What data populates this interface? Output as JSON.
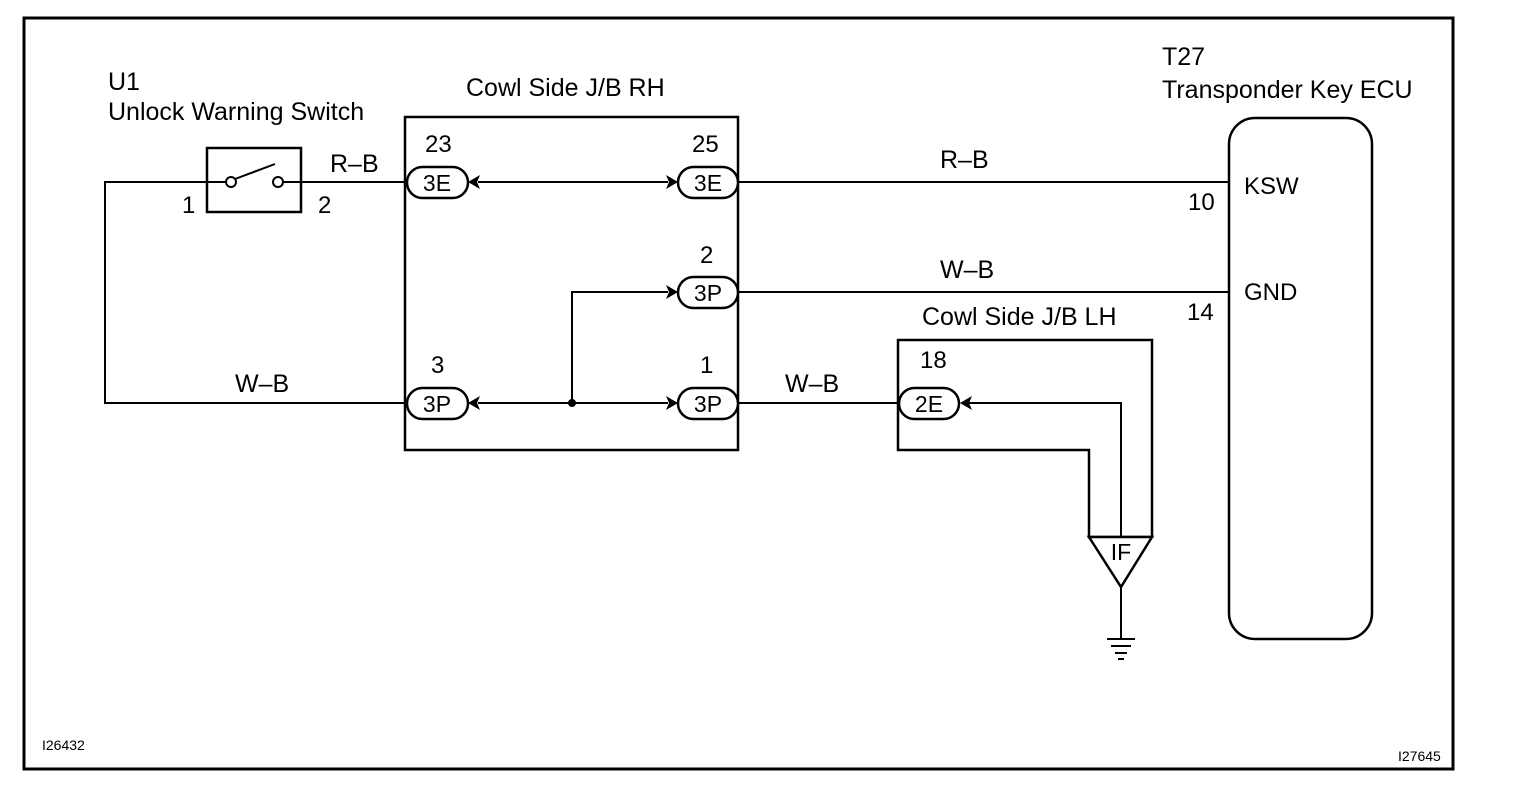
{
  "components": {
    "u1": {
      "code": "U1",
      "name": "Unlock Warning Switch",
      "pin_left": "1",
      "pin_right": "2"
    },
    "jb_rh": {
      "name": "Cowl Side J/B RH",
      "pins": {
        "top_left": "23",
        "top_right": "25",
        "mid_right": "2",
        "bottom_left": "3",
        "bottom_right": "1"
      },
      "connectors": {
        "top_left": "3E",
        "top_right": "3E",
        "mid_right": "3P",
        "bottom_left": "3P",
        "bottom_right": "3P"
      }
    },
    "jb_lh": {
      "name": "Cowl Side J/B LH",
      "pin": "18",
      "connector": "2E",
      "ground_point": "IF"
    },
    "t27": {
      "code": "T27",
      "name": "Transponder Key ECU",
      "pin_ksw": "10",
      "pin_gnd": "14",
      "term_ksw": "KSW",
      "term_gnd": "GND"
    }
  },
  "wires": {
    "u1_to_jb": "R–B",
    "jb_to_ecu_ksw": "R–B",
    "jb_to_ecu_gnd": "W–B",
    "u1_return": "W–B",
    "jb_to_lh": "W–B"
  },
  "figure_codes": {
    "left": "I26432",
    "right": "I27645"
  }
}
